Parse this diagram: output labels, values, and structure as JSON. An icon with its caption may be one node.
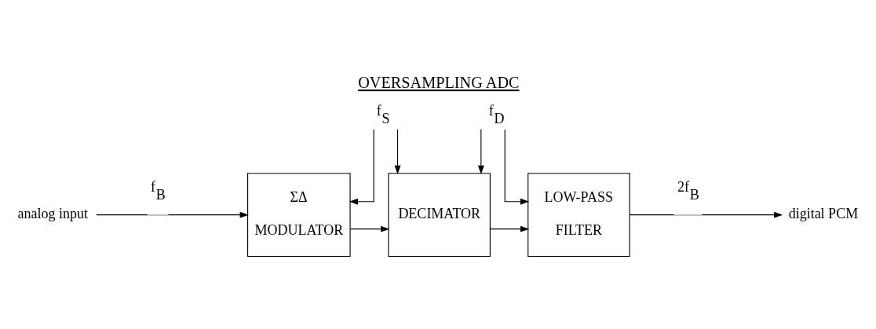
{
  "diagram": {
    "title": "OVERSAMPLING ADC",
    "nodes": [
      {
        "text": [
          "analog input"
        ]
      },
      {
        "text": [
          "ΣΔ",
          "MODULATOR"
        ]
      },
      {
        "text": [
          "DECIMATOR"
        ]
      },
      {
        "text": [
          "LOW-PASS",
          "FILTER"
        ]
      },
      {
        "text": [
          "digital PCM"
        ]
      },
      {
        "text": [
          "f$_{S}$"
        ]
      },
      {
        "text": [
          "f$_{D}$"
        ]
      }
    ],
    "edges": [
      {
        "from": 0,
        "to": 1,
        "arrow": "to",
        "label": "f$_{B}$"
      },
      {
        "from": 1,
        "to": 2,
        "arrow": "to"
      },
      {
        "from": 2,
        "to": 3,
        "arrow": "to"
      },
      {
        "from": 3,
        "to": 4,
        "arrow": "to",
        "label": "2f$_{B}$"
      },
      {
        "from": 5,
        "to": 1,
        "arrow": "to"
      },
      {
        "from": 5,
        "to": 2,
        "arrow": "to"
      },
      {
        "from": 6,
        "to": 2,
        "arrow": "to"
      },
      {
        "from": 6,
        "to": 3,
        "arrow": "to"
      }
    ]
  }
}
